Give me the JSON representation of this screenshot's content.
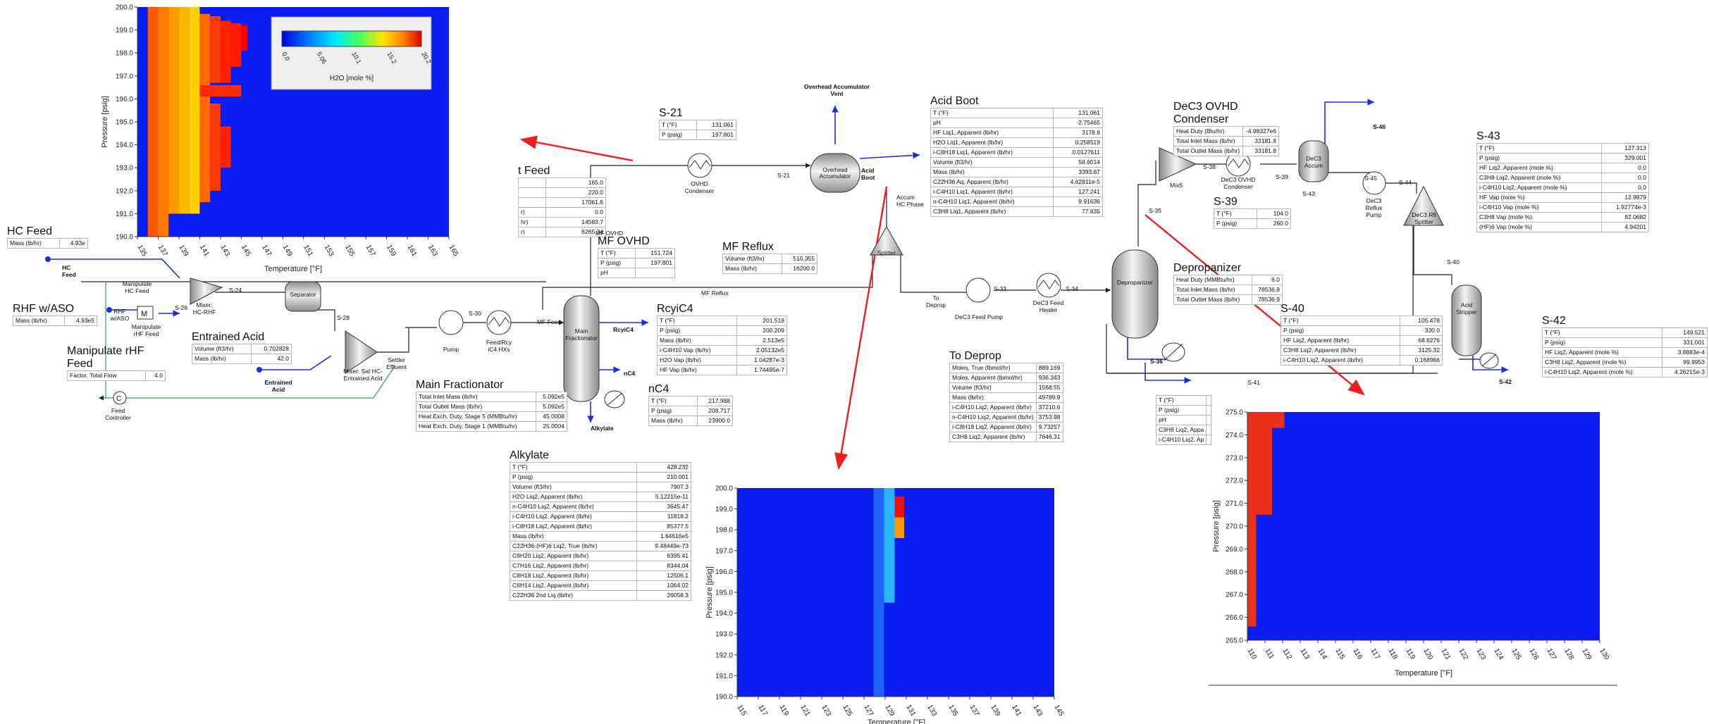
{
  "colors": {
    "hm_blue": "#0a1cf0",
    "arrow_red": "#e8211f",
    "stream_blue": "#1a2ee0",
    "line_green": "#2fa84f",
    "frame": "#555555"
  },
  "chart_data": [
    {
      "type": "heatmap",
      "id": "top-left",
      "xlabel": "Temperature [°F]",
      "ylabel": "Pressure [psig]",
      "x_ticks": [
        "135",
        "137",
        "139",
        "141",
        "143",
        "145",
        "147",
        "149",
        "151",
        "153",
        "155",
        "157",
        "159",
        "161",
        "163",
        "165"
      ],
      "y_ticks": [
        "190.0",
        "191.0",
        "192.0",
        "193.0",
        "194.0",
        "195.0",
        "196.0",
        "197.0",
        "198.0",
        "199.0",
        "200.0"
      ],
      "xlim": [
        135,
        165
      ],
      "ylim": [
        190,
        200
      ],
      "colorbar": {
        "title": "H2O [mole %]",
        "ticks": [
          "0.0",
          "5.06",
          "10.1",
          "15.2",
          "20.2"
        ],
        "range": [
          0,
          20.2
        ]
      },
      "background": "#0a1cf0",
      "cells": [
        {
          "x0": 136,
          "x1": 137,
          "y0": 190,
          "y1": 200,
          "c": "#ff5a00"
        },
        {
          "x0": 137,
          "x1": 138,
          "y0": 190,
          "y1": 200,
          "c": "#ff7a00"
        },
        {
          "x0": 138,
          "x1": 139,
          "y0": 191,
          "y1": 200,
          "c": "#ff9b00"
        },
        {
          "x0": 139,
          "x1": 140,
          "y0": 191,
          "y1": 200,
          "c": "#ffb800"
        },
        {
          "x0": 140,
          "x1": 141,
          "y0": 191,
          "y1": 200,
          "c": "#ffcf00"
        },
        {
          "x0": 141,
          "x1": 142,
          "y0": 191.5,
          "y1": 199.7,
          "c": "#ff6a00"
        },
        {
          "x0": 142,
          "x1": 143,
          "y0": 192,
          "y1": 199.6,
          "c": "#ff3a00"
        },
        {
          "x0": 143,
          "x1": 144,
          "y0": 193,
          "y1": 199.4,
          "c": "#ff2200"
        },
        {
          "x0": 144,
          "x1": 145,
          "y0": 197.4,
          "y1": 199.3,
          "c": "#ff1a00"
        },
        {
          "x0": 145,
          "x1": 145.6,
          "y0": 198.1,
          "y1": 199.2,
          "c": "#ff0000"
        },
        {
          "x0": 142,
          "x1": 144,
          "y0": 195.8,
          "y1": 196.7,
          "c": "#0a1cf0"
        },
        {
          "x0": 143,
          "x1": 144,
          "y0": 194.8,
          "y1": 195.8,
          "c": "#0a1cf0"
        },
        {
          "x0": 141,
          "x1": 145,
          "y0": 196.1,
          "y1": 196.6,
          "c": "#ff2a00"
        }
      ]
    },
    {
      "type": "heatmap",
      "id": "bottom-middle",
      "xlabel": "Temperature [°F]",
      "ylabel": "Pressure [psig]",
      "x_ticks": [
        "115",
        "117",
        "119",
        "121",
        "123",
        "125",
        "127",
        "129",
        "131",
        "133",
        "135",
        "137",
        "139",
        "141",
        "143",
        "145"
      ],
      "y_ticks": [
        "190.0",
        "191.0",
        "192.0",
        "193.0",
        "194.0",
        "195.0",
        "196.0",
        "197.0",
        "198.0",
        "199.0",
        "200.0"
      ],
      "xlim": [
        115,
        145
      ],
      "ylim": [
        190,
        200
      ],
      "background": "#0a1cf0",
      "cells": [
        {
          "x0": 127.9,
          "x1": 128.9,
          "y0": 190,
          "y1": 200,
          "c": "#1e62ff"
        },
        {
          "x0": 128.9,
          "x1": 129.9,
          "y0": 194.5,
          "y1": 200,
          "c": "#2db4ff"
        },
        {
          "x0": 129.9,
          "x1": 130.8,
          "y0": 197.6,
          "y1": 198.6,
          "c": "#ff9a00"
        },
        {
          "x0": 129.9,
          "x1": 130.8,
          "y0": 198.6,
          "y1": 199.6,
          "c": "#f01010"
        }
      ]
    },
    {
      "type": "heatmap",
      "id": "bottom-right",
      "xlabel": "Temperature [°F]",
      "ylabel": "Pressure [psig]",
      "x_ticks": [
        "110",
        "111",
        "112",
        "113",
        "114",
        "115",
        "116",
        "117",
        "118",
        "119",
        "120",
        "121",
        "122",
        "123",
        "124",
        "125",
        "126",
        "127",
        "128",
        "129",
        "130"
      ],
      "y_ticks": [
        "265.0",
        "266.0",
        "267.0",
        "268.0",
        "269.0",
        "270.0",
        "271.0",
        "272.0",
        "273.0",
        "274.0",
        "275.0"
      ],
      "xlim": [
        110,
        130
      ],
      "ylim": [
        265,
        275
      ],
      "background": "#0a1cf0",
      "cells": [
        {
          "x0": 110,
          "x1": 110.5,
          "y0": 265.6,
          "y1": 275,
          "c": "#e8301a"
        },
        {
          "x0": 110.5,
          "x1": 111.4,
          "y0": 270.5,
          "y1": 275,
          "c": "#e8301a"
        },
        {
          "x0": 111.4,
          "x1": 112.1,
          "y0": 274.3,
          "y1": 275,
          "c": "#e8301a"
        }
      ]
    }
  ],
  "tables": [
    {
      "id": "t-s21",
      "title": "S-21",
      "rows": [
        [
          "T (°F)",
          "131.061"
        ],
        [
          "P (psig)",
          "197.801"
        ]
      ]
    },
    {
      "id": "t-acidboot",
      "title": "Acid Boot",
      "rows": [
        [
          "T (°F)",
          "131.061"
        ],
        [
          "pH",
          "-2.75465"
        ],
        [
          "HF Liq1, Apparent (lb/hr)",
          "3178.8"
        ],
        [
          "H2O Liq1, Apparent (lb/hr)",
          "0.258519"
        ],
        [
          "i-C8H18 Liq1, Apparent (lb/hr)",
          "0.0127611"
        ],
        [
          "Volume (ft3/hr)",
          "58.6014"
        ],
        [
          "Mass (lb/hr)",
          "3393.87"
        ],
        [
          "C22H36 Aq, Apparent (lb/hr)",
          "4.62811e-5"
        ],
        [
          "i-C4H10 Liq1, Apparent (lb/hr)",
          "127.241"
        ],
        [
          "n-C4H10 Liq1, Apparent (lb/hr)",
          "9.91636"
        ],
        [
          "C3H8 Liq1, Apparent (lb/hr)",
          "77.635"
        ]
      ]
    },
    {
      "id": "t-dec3cond",
      "title": "DeC3 OVHD Condenser",
      "rows": [
        [
          "Heat Duty (Btu/hr)",
          "-4.98327e6"
        ],
        [
          "Total Inlet Mass (lb/hr)",
          "33181.8"
        ],
        [
          "Total Outlet Mass (lb/hr)",
          "33181.8"
        ]
      ]
    },
    {
      "id": "t-s43",
      "title": "S-43",
      "rows": [
        [
          "T (°F)",
          "127.313"
        ],
        [
          "P (psig)",
          "329.001"
        ],
        [
          "HF Liq2, Apparent (mole %)",
          "0.0"
        ],
        [
          "C3H8 Liq2, Apparent (mole %)",
          "0.0"
        ],
        [
          "i-C4H10 Liq2, Apparent (mole %)",
          "0.0"
        ],
        [
          "HF Vap (mole %)",
          "12.9879"
        ],
        [
          "i-C4H10 Vap (mole %)",
          "1.92774e-3"
        ],
        [
          "C3H8 Vap (mole %)",
          "82.0682"
        ],
        [
          "(HF)6 Vap (mole %)",
          "4.94201"
        ]
      ]
    },
    {
      "id": "t-feed",
      "title": "t Feed",
      "rows": [
        [
          "",
          "165.0"
        ],
        [
          "",
          "220.0"
        ],
        [
          "",
          "17061.6"
        ],
        [
          "r)",
          "0.0"
        ],
        [
          "hr)",
          "14583.7"
        ],
        [
          "r)",
          "6265.34"
        ]
      ]
    },
    {
      "id": "t-hcfeed",
      "title": "HC Feed",
      "rows": [
        [
          "Mass (lb/hr)",
          "4.93e"
        ]
      ]
    },
    {
      "id": "t-mfovhd",
      "title": "MF OVHD",
      "rows": [
        [
          "T (°F)",
          "151.724"
        ],
        [
          "P (psig)",
          "197.801"
        ],
        [
          "pH",
          ""
        ]
      ]
    },
    {
      "id": "t-mfreflux",
      "title": "MF Reflux",
      "rows": [
        [
          "Volume (ft3/hr)",
          "510.355"
        ],
        [
          "Mass (lb/hr)",
          "16200.0"
        ]
      ]
    },
    {
      "id": "t-s39",
      "title": "S-39",
      "rows": [
        [
          "T (°F)",
          "104.0"
        ],
        [
          "P (psig)",
          "260.0"
        ]
      ]
    },
    {
      "id": "t-depropanizer",
      "title": "Depropanizer",
      "rows": [
        [
          "Heat Duty (MMBtu/hr)",
          "6.0"
        ],
        [
          "Total Inlet Mass (lb/hr)",
          "78536.9"
        ],
        [
          "Total Outlet Mass (lb/hr)",
          "78536.9"
        ]
      ]
    },
    {
      "id": "t-rhfaso",
      "title": "RHF w/ASO",
      "rows": [
        [
          "Mass (lb/hr)",
          "4.93e5"
        ]
      ]
    },
    {
      "id": "t-maniprhf",
      "title": "Manipulate rHF Feed",
      "rows": [
        [
          "Factor, Total Flow",
          "4.0"
        ]
      ]
    },
    {
      "id": "t-entrained",
      "title": "Entrained Acid",
      "rows": [
        [
          "Volume (ft3/hr)",
          "0.702828"
        ],
        [
          "Mass (lb/hr)",
          "42.0"
        ]
      ]
    },
    {
      "id": "t-mainfrac",
      "title": "Main Fractionator",
      "rows": [
        [
          "Total Inlet Mass (lb/hr)",
          "5.092e5"
        ],
        [
          "Total Outlet Mass (lb/hr)",
          "5.092e5"
        ],
        [
          "Heat Exch. Duty, Stage 5 (MMBtu/hr)",
          "45.0008"
        ],
        [
          "Heat Exch. Duty, Stage 1 (MMBtu/hr)",
          "25.0004"
        ]
      ]
    },
    {
      "id": "t-rcyic4",
      "title": "RcyiC4",
      "rows": [
        [
          "T (°F)",
          "201.519"
        ],
        [
          "P (psig)",
          "200.209"
        ],
        [
          "Mass (lb/hr)",
          "2.513e5"
        ],
        [
          "i-C4H10 Vap (lb/hr)",
          "2.05132e5"
        ],
        [
          "H2O Vap (lb/hr)",
          "1.04287e-3"
        ],
        [
          "HF Vap (lb/hr)",
          "1.74495e-7"
        ]
      ]
    },
    {
      "id": "t-nc4",
      "title": "nC4",
      "rows": [
        [
          "T (°F)",
          "217.988"
        ],
        [
          "P (psig)",
          "208.717"
        ],
        [
          "Mass (lb/hr)",
          "23900.0"
        ]
      ]
    },
    {
      "id": "t-alkylate",
      "title": "Alkylate",
      "rows": [
        [
          "T (°F)",
          "428.232"
        ],
        [
          "P (psig)",
          "210.001"
        ],
        [
          "Volume (ft3/hr)",
          "7907.3"
        ],
        [
          "H2O Liq2, Apparent (lb/hr)",
          "5.12215e-11"
        ],
        [
          "n-C4H10 Liq2, Apparent (lb/hr)",
          "3645.47"
        ],
        [
          "i-C4H10 Liq2, Apparent (lb/hr)",
          "11818.2"
        ],
        [
          "i-C8H18 Liq2, Apparent (lb/hr)",
          "85377.5"
        ],
        [
          "Mass (lb/hr)",
          "1.64616e5"
        ],
        [
          "C22H36-(HF)6 Liq2, True (lb/hr)",
          "9.48449e-73"
        ],
        [
          "C9H20 Liq2, Apparent (lb/hr)",
          "6395.41"
        ],
        [
          "C7H16 Liq2, Apparent (lb/hr)",
          "8344.04"
        ],
        [
          "C8H18 Liq2, Apparent (lb/hr)",
          "12506.1"
        ],
        [
          "C6H14 Liq2, Apparent (lb/hr)",
          "1064.02"
        ],
        [
          "C22H36 2nd Liq (lb/hr)",
          "26058.3"
        ]
      ]
    },
    {
      "id": "t-todeprop",
      "title": "To Deprop",
      "rows": [
        [
          "Moles, True (lbmol/hr)",
          "889.169"
        ],
        [
          "Moles, Apparent (lbmol/hr)",
          "936.343"
        ],
        [
          "Volume (ft3/hr)",
          "1568.55"
        ],
        [
          "Mass (lb/hr)",
          "49789.9"
        ],
        [
          "i-C4H10 Liq2, Apparent (lb/hr)",
          "37210.6"
        ],
        [
          "n-C4H10 Liq2, Apparent (lb/hr)",
          "3753.98"
        ],
        [
          "i-C8H18 Liq2, Apparent (lb/hr)",
          "9.73257"
        ],
        [
          "C3H8 Liq2, Apparent (lb/hr)",
          "7646.31"
        ]
      ]
    },
    {
      "id": "t-s40",
      "title": "S-40",
      "rows": [
        [
          "T (°F)",
          "105.478"
        ],
        [
          "P (psig)",
          "330.0"
        ],
        [
          "HF Liq2, Apparent (lb/hr)",
          "68.6276"
        ],
        [
          "C3H8 Liq2, Apparent (lb/hr)",
          "3125.32"
        ],
        [
          "i-C4H10 Liq2, Apparent (lb/hr)",
          "0.168966"
        ]
      ]
    },
    {
      "id": "t-s42",
      "title": "S-42",
      "rows": [
        [
          "T (°F)",
          "149.521"
        ],
        [
          "P (psig)",
          "331.001"
        ],
        [
          "HF Liq2, Apparent (mole %)",
          "3.8883e-4"
        ],
        [
          "C3H8 Liq2, Apparent (mole %)",
          "99.9953"
        ],
        [
          "i-C4H10 Liq2, Apparent (mole %)",
          "4.26215e-3"
        ]
      ]
    },
    {
      "id": "t-partial",
      "title": "",
      "rows": [
        [
          "T (°F)",
          ""
        ],
        [
          "P (psig)",
          ""
        ],
        [
          "pH",
          ""
        ],
        [
          "C3H8 Liq2, Appa",
          ""
        ],
        [
          "i-C4H10 Liq2, Ap",
          ""
        ]
      ]
    }
  ],
  "labels": {
    "overhead_vent": "Overhead Accumulator Vent",
    "ovhd_condenser": "OVHD Condenser",
    "overhead_accum": "Overhead Accumulator",
    "acid_boot": "Acid Boot",
    "accum_hc_phase": "Accum HC Phase",
    "splitter": "Splitter",
    "s21": "S-21",
    "mf_ovhd": "MF OVHD",
    "mf_reflux": "MF Reflux",
    "s35": "S-35",
    "mix6": "Mix6",
    "s38": "S-38",
    "dec3_cond": "DeC3 OVHD Condenser",
    "s39": "S-39",
    "dec3_accum": "DeC3 Accum",
    "s43": "S-43",
    "s45": "S-45",
    "s44": "S-44",
    "s46": "S-46",
    "dec3_reflux_pump": "DeC3 Reflux Pump",
    "dec3_rfl_splitter": "DeC3 Rfl Splitter",
    "s40": "S-40",
    "acid_stripper": "Acid Stripper",
    "s42": "S-42",
    "s41": "S-41",
    "s36": "S-36",
    "depropanizer": "Depropanizer",
    "to_deprop": "To Deprop",
    "s33": "S-33",
    "dec3_feed_pump": "DeC3 Feed Pump",
    "s34": "S-34",
    "dec3_feed_heater": "DeC3 Feed Heater",
    "hc_feed": "HC Feed",
    "rhf_aso": "RHF w/ASO",
    "manip_rhf": "Manipulate rHF Feed",
    "manip_hc": "Manipulate HC Feed",
    "mixer_hc_rhf": "Mixer: HC-RHF",
    "s26": "S-26",
    "s24": "S-24",
    "separator": "Separator",
    "s28": "S-28",
    "s30": "S-30",
    "pump": "Pump",
    "feed_rcy": "Feed/Rcy iC4 HXs",
    "mf_feed": "MF Feed",
    "main_frac": "Main Fractionator",
    "rcyic4": "RcyiC4",
    "nc4": "nC4",
    "alkylate": "Alkylate",
    "settler_effluent": "Settler Effluent",
    "mixer_sat": "Mixer: Sat HC-Entrained Acid",
    "entrained_acid": "Entrained Acid",
    "feed_controller": "Feed Controller",
    "m_block": "M",
    "c_block": "C"
  }
}
